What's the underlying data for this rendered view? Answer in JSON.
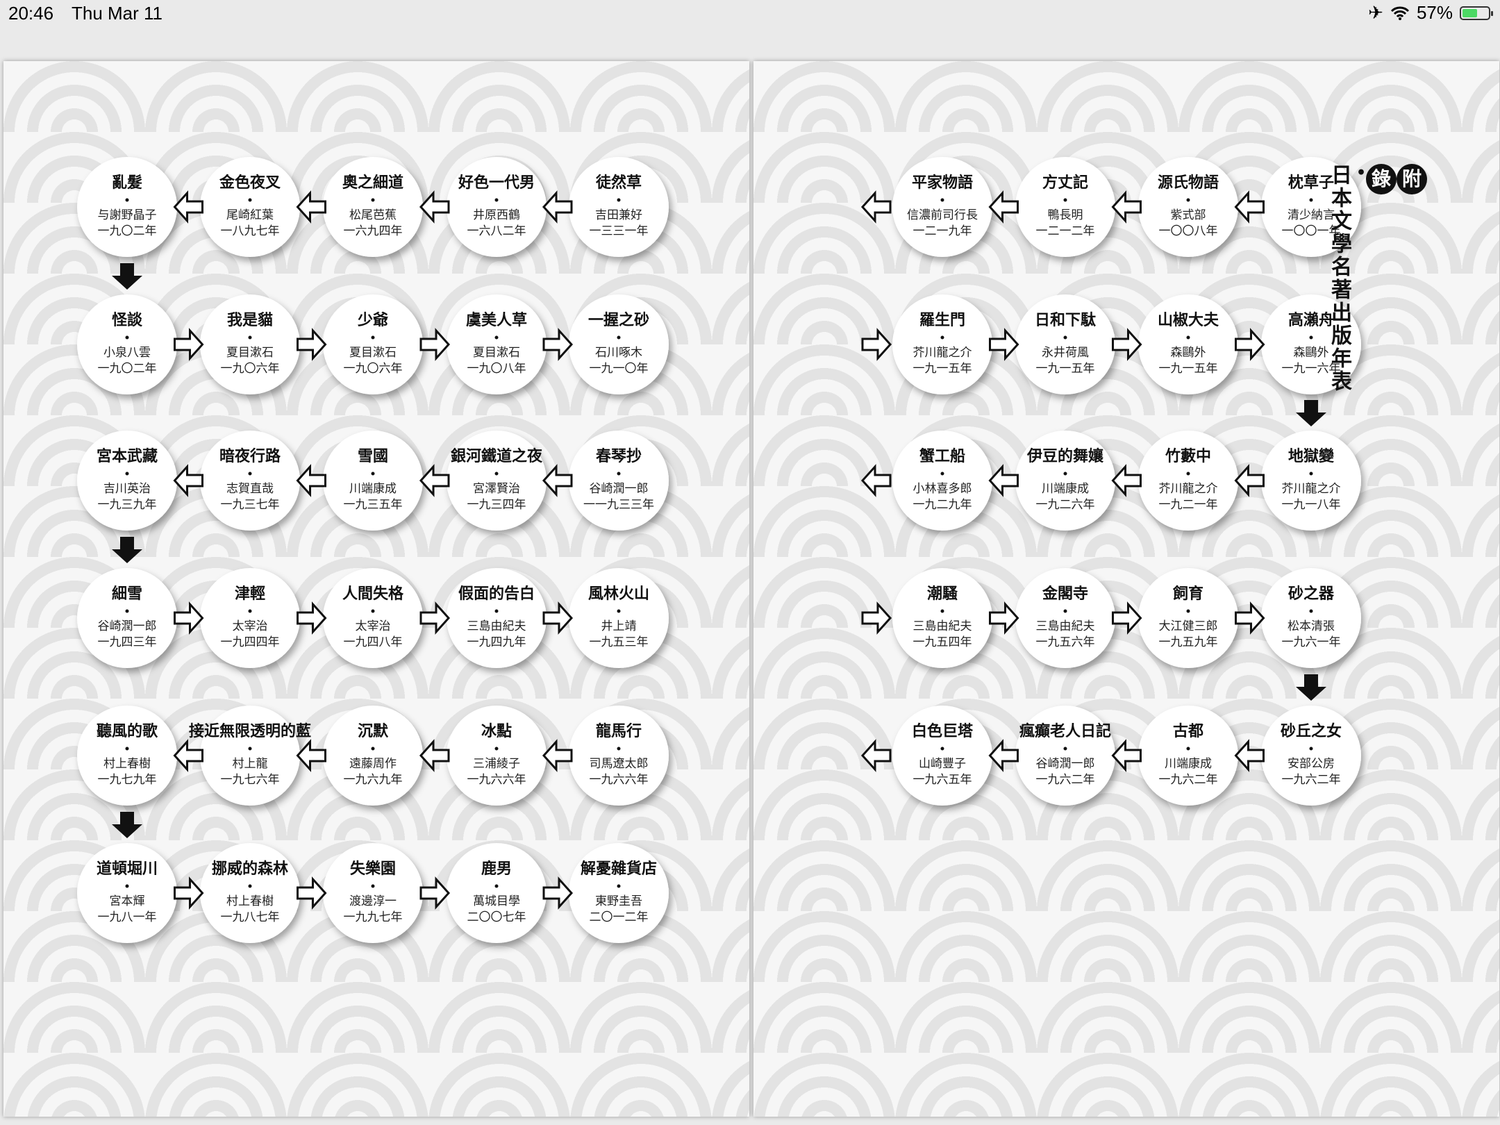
{
  "status": {
    "time": "20:46",
    "date": "Thu Mar 11",
    "battery": "57%",
    "battery_level": 0.57,
    "icons": [
      "airplane-icon",
      "wifi-icon",
      "battery-icon"
    ]
  },
  "right_title": {
    "badge1": "附",
    "badge2": "錄",
    "separator": "•",
    "text": "日本文學名著出版年表"
  },
  "left_page": {
    "rows": [
      [
        {
          "t": "亂髮",
          "a": "与謝野晶子",
          "y": "一九〇二年"
        },
        {
          "t": "金色夜叉",
          "a": "尾崎紅葉",
          "y": "一八九七年"
        },
        {
          "t": "奧之細道",
          "a": "松尾芭蕉",
          "y": "一六九四年"
        },
        {
          "t": "好色一代男",
          "a": "井原西鶴",
          "y": "一六八二年"
        },
        {
          "t": "徒然草",
          "a": "吉田兼好",
          "y": "一三三一年"
        }
      ],
      [
        {
          "t": "怪談",
          "a": "小泉八雲",
          "y": "一九〇二年"
        },
        {
          "t": "我是貓",
          "a": "夏目漱石",
          "y": "一九〇六年"
        },
        {
          "t": "少爺",
          "a": "夏目漱石",
          "y": "一九〇六年"
        },
        {
          "t": "虞美人草",
          "a": "夏目漱石",
          "y": "一九〇八年"
        },
        {
          "t": "一握之砂",
          "a": "石川啄木",
          "y": "一九一〇年"
        }
      ],
      [
        {
          "t": "宮本武藏",
          "a": "吉川英治",
          "y": "一九三九年"
        },
        {
          "t": "暗夜行路",
          "a": "志賀直哉",
          "y": "一九三七年"
        },
        {
          "t": "雪國",
          "a": "川端康成",
          "y": "一九三五年"
        },
        {
          "t": "銀河鐵道之夜",
          "a": "宮澤賢治",
          "y": "一九三四年"
        },
        {
          "t": "春琴抄",
          "a": "谷崎潤一郎",
          "y": "一一九三三年"
        }
      ],
      [
        {
          "t": "細雪",
          "a": "谷崎潤一郎",
          "y": "一九四三年"
        },
        {
          "t": "津輕",
          "a": "太宰治",
          "y": "一九四四年"
        },
        {
          "t": "人間失格",
          "a": "太宰治",
          "y": "一九四八年"
        },
        {
          "t": "假面的告白",
          "a": "三島由紀夫",
          "y": "一九四九年"
        },
        {
          "t": "風林火山",
          "a": "井上靖",
          "y": "一九五三年"
        }
      ],
      [
        {
          "t": "聽風的歌",
          "a": "村上春樹",
          "y": "一九七九年"
        },
        {
          "t": "接近無限透明的藍",
          "a": "村上龍",
          "y": "一九七六年"
        },
        {
          "t": "沉默",
          "a": "遠藤周作",
          "y": "一九六九年"
        },
        {
          "t": "冰點",
          "a": "三浦綾子",
          "y": "一九六六年"
        },
        {
          "t": "龍馬行",
          "a": "司馬遼太郎",
          "y": "一九六六年"
        }
      ],
      [
        {
          "t": "道頓堀川",
          "a": "宮本輝",
          "y": "一九八一年"
        },
        {
          "t": "挪威的森林",
          "a": "村上春樹",
          "y": "一九八七年"
        },
        {
          "t": "失樂園",
          "a": "渡邊淳一",
          "y": "一九九七年"
        },
        {
          "t": "鹿男",
          "a": "萬城目學",
          "y": "二〇〇七年"
        },
        {
          "t": "解憂雜貨店",
          "a": "東野圭吾",
          "y": "二〇一二年"
        }
      ]
    ],
    "arrows": [
      "left",
      "right",
      "left",
      "right",
      "left",
      "right"
    ],
    "down_after_rows": [
      0,
      2,
      4
    ]
  },
  "right_page": {
    "rows": [
      [
        {
          "t": "平家物語",
          "a": "信濃前司行長",
          "y": "一二一九年"
        },
        {
          "t": "方丈記",
          "a": "鴨長明",
          "y": "一二一二年"
        },
        {
          "t": "源氏物語",
          "a": "紫式部",
          "y": "一〇〇八年"
        },
        {
          "t": "枕草子",
          "a": "清少納言",
          "y": "一〇〇一年"
        }
      ],
      [
        {
          "t": "羅生門",
          "a": "芥川龍之介",
          "y": "一九一五年"
        },
        {
          "t": "日和下駄",
          "a": "永井荷風",
          "y": "一九一五年"
        },
        {
          "t": "山椒大夫",
          "a": "森鷗外",
          "y": "一九一五年"
        },
        {
          "t": "高瀨舟",
          "a": "森鷗外",
          "y": "一九一六年"
        }
      ],
      [
        {
          "t": "蟹工船",
          "a": "小林喜多郎",
          "y": "一九二九年"
        },
        {
          "t": "伊豆的舞孃",
          "a": "川端康成",
          "y": "一九二六年"
        },
        {
          "t": "竹藪中",
          "a": "芥川龍之介",
          "y": "一九二一年"
        },
        {
          "t": "地獄變",
          "a": "芥川龍之介",
          "y": "一九一八年"
        }
      ],
      [
        {
          "t": "潮騷",
          "a": "三島由紀夫",
          "y": "一九五四年"
        },
        {
          "t": "金閣寺",
          "a": "三島由紀夫",
          "y": "一九五六年"
        },
        {
          "t": "飼育",
          "a": "大江健三郎",
          "y": "一九五九年"
        },
        {
          "t": "砂之器",
          "a": "松本清張",
          "y": "一九六一年"
        }
      ],
      [
        {
          "t": "白色巨塔",
          "a": "山崎豐子",
          "y": "一九六五年"
        },
        {
          "t": "瘋癲老人日記",
          "a": "谷崎潤一郎",
          "y": "一九六二年"
        },
        {
          "t": "古都",
          "a": "川端康成",
          "y": "一九六二年"
        },
        {
          "t": "砂丘之女",
          "a": "安部公房",
          "y": "一九六二年"
        }
      ]
    ],
    "arrows": [
      "left",
      "right",
      "left",
      "right",
      "left"
    ],
    "down_after_rows": [
      1,
      3
    ]
  }
}
